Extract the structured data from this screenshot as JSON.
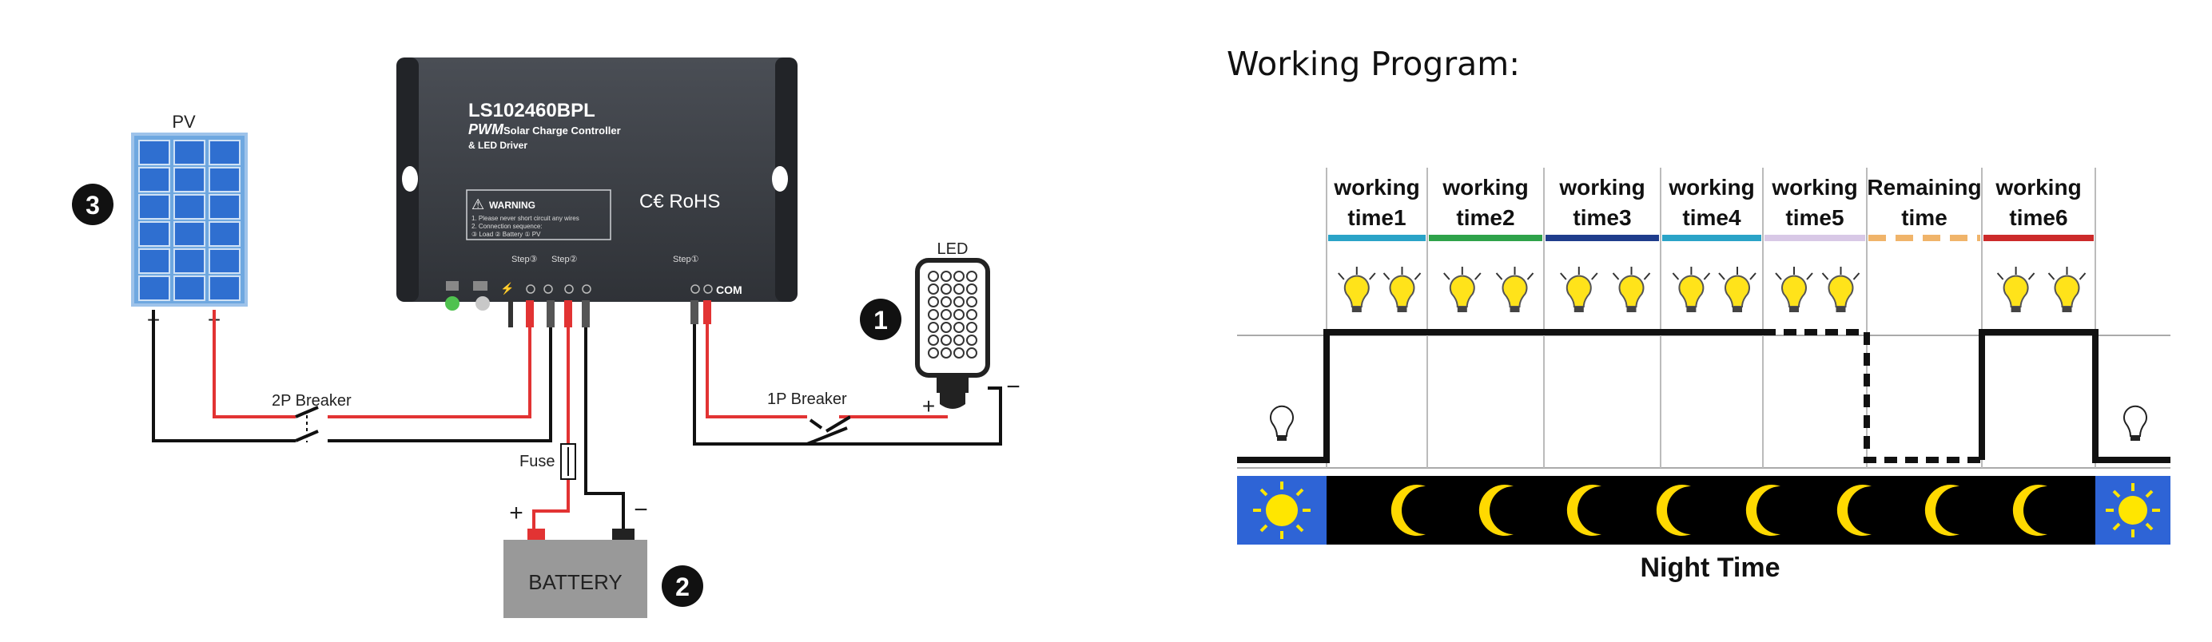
{
  "wiring": {
    "pv_label": "PV",
    "pv_minus": "−",
    "pv_plus": "+",
    "pv_badge": "3",
    "controller_model": "LS102460BPL",
    "controller_pwm": "PWM",
    "controller_subtitle1": "Solar Charge Controller",
    "controller_subtitle2": "& LED Driver",
    "warning_title": "WARNING",
    "warning_line1": "1. Please never short circuit any wires",
    "warning_line2": "2. Connection sequence:",
    "warning_line3": "③ Load  ② Battery  ① PV",
    "ce_rohs": "C€ RoHS",
    "step_pv": "Step③",
    "step_batt": "Step②",
    "step_load": "Step①",
    "com_label": "COM",
    "breaker_2p": "2P Breaker",
    "breaker_1p": "1P Breaker",
    "fuse_label": "Fuse",
    "battery_label": "BATTERY",
    "battery_plus": "+",
    "battery_minus": "−",
    "battery_badge": "2",
    "led_label": "LED",
    "led_plus": "+",
    "led_minus": "−",
    "led_badge": "1"
  },
  "program": {
    "title": "Working Program:",
    "stages": [
      {
        "line1": "working",
        "line2": "time1",
        "color": "#2aa3c7"
      },
      {
        "line1": "working",
        "line2": "time2",
        "color": "#2ea24a"
      },
      {
        "line1": "working",
        "line2": "time3",
        "color": "#1f3d8c"
      },
      {
        "line1": "working",
        "line2": "time4",
        "color": "#2aa3c7"
      },
      {
        "line1": "working",
        "line2": "time5",
        "color": "#d8c8e6"
      },
      {
        "line1": "Remaining",
        "line2": "time",
        "color": "#f0b46a"
      },
      {
        "line1": "working",
        "line2": "time6",
        "color": "#cc2a2a"
      }
    ],
    "night_label": "Night Time"
  }
}
